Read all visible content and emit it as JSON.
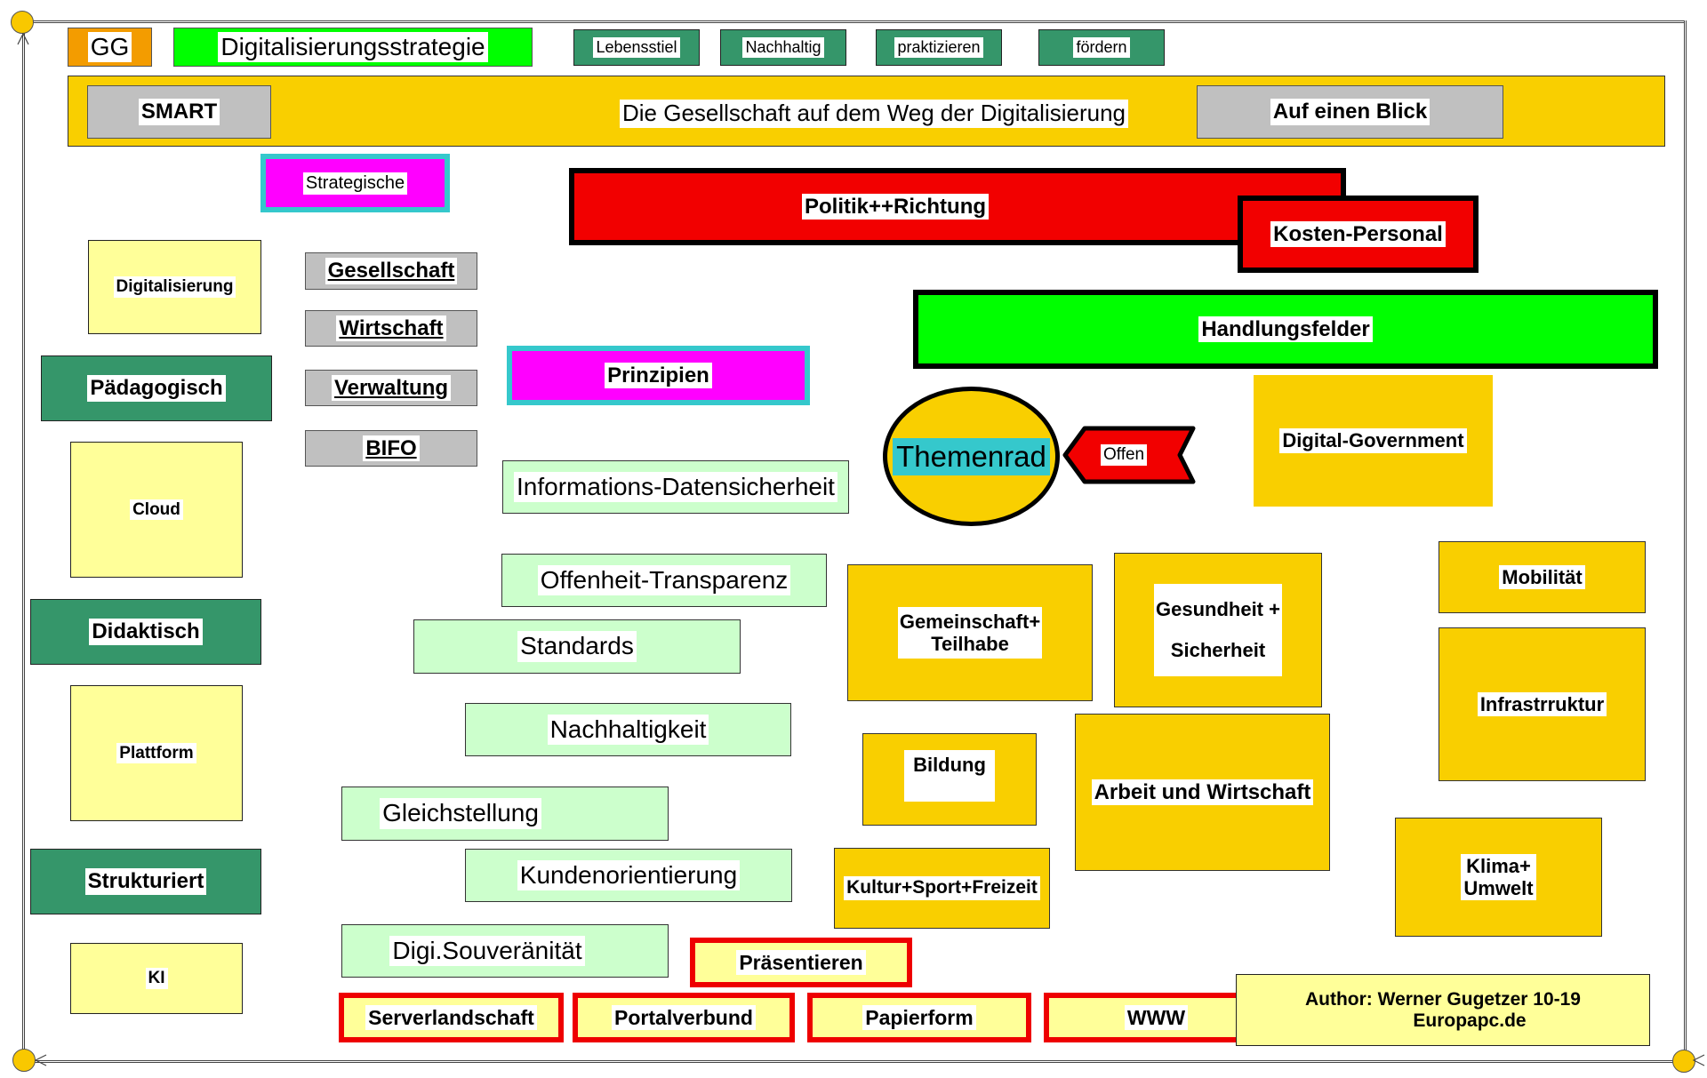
{
  "header": {
    "gg": "GG",
    "title": "Digitalisierungsstrategie",
    "tags": [
      "Lebensstiel",
      "Nachhaltig",
      "praktizieren",
      "fördern"
    ]
  },
  "banner": {
    "left": "SMART",
    "center": "Die Gesellschaft auf dem Weg der Digitalisierung",
    "right": "Auf einen Blick"
  },
  "strategic": {
    "strategische": "Strategische",
    "digitalisierung": "Digitalisierung",
    "areas": [
      "Gesellschaft",
      "Wirtschaft",
      "Verwaltung",
      "BIFO"
    ],
    "prinzipien": "Prinzipien"
  },
  "left_column": {
    "paedagogisch": "Pädagogisch",
    "cloud": "Cloud",
    "didaktisch": "Didaktisch",
    "plattform": "Plattform",
    "strukturiert": "Strukturiert",
    "ki": "KI"
  },
  "top_bars": {
    "politik": "Politik++Richtung",
    "kosten": "Kosten-Personal",
    "handlungsfelder": "Handlungsfelder"
  },
  "wheel": {
    "themenrad": "Themenrad",
    "offen": "Offen"
  },
  "principles": [
    "Informations-Datensicherheit",
    "Offenheit-Transparenz",
    "Standards",
    "Nachhaltigkeit",
    "Gleichstellung",
    "Kundenorientierung",
    "Digi.Souveränität"
  ],
  "fields": {
    "digital_government": "Digital-Government",
    "gemeinschaft_1": "Gemeinschaft+",
    "gemeinschaft_2": "Teilhabe",
    "gesundheit_1": "Gesundheit +",
    "gesundheit_2": "Sicherheit",
    "mobilitaet": "Mobilität",
    "infrastruktur": "Infrastrruktur",
    "bildung": "Bildung",
    "arbeit": "Arbeit und Wirtschaft",
    "kultur": "Kultur+Sport+Freizeit",
    "klima_1": "Klima+",
    "klima_2": "Umwelt"
  },
  "bottom": {
    "praesentieren": "Präsentieren",
    "items": [
      "Serverlandschaft",
      "Portalverbund",
      "Papierform",
      "WWW"
    ]
  },
  "author": {
    "line1": "Author: Werner Gugetzer 10-19",
    "line2": "Europapc.de"
  },
  "colors": {
    "gold": "#f9cf00",
    "red": "#f20000",
    "lime": "#00ff00",
    "dark_green": "#35966a",
    "magenta": "#ff00ff",
    "cyan": "#35c8cc",
    "pale_yellow": "#ffff99",
    "mint": "#ccffcc",
    "grey": "#c0c0c0",
    "orange": "#f39c00"
  }
}
